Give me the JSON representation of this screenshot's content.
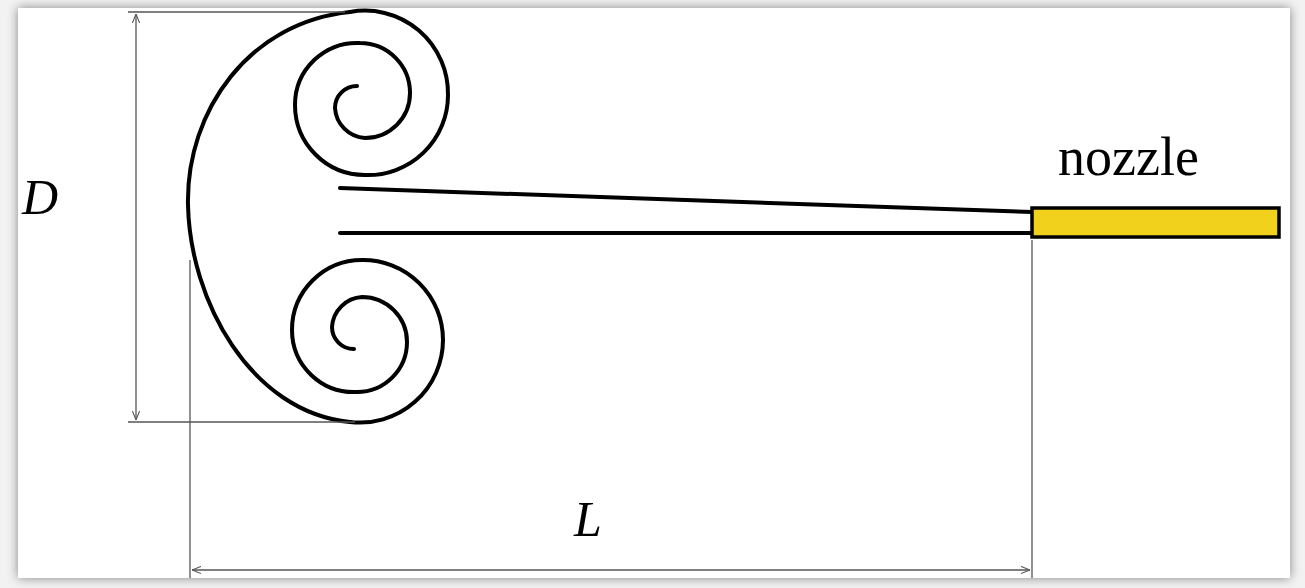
{
  "diagram": {
    "labels": [
      "D",
      "L",
      "nozzle"
    ]
  }
}
